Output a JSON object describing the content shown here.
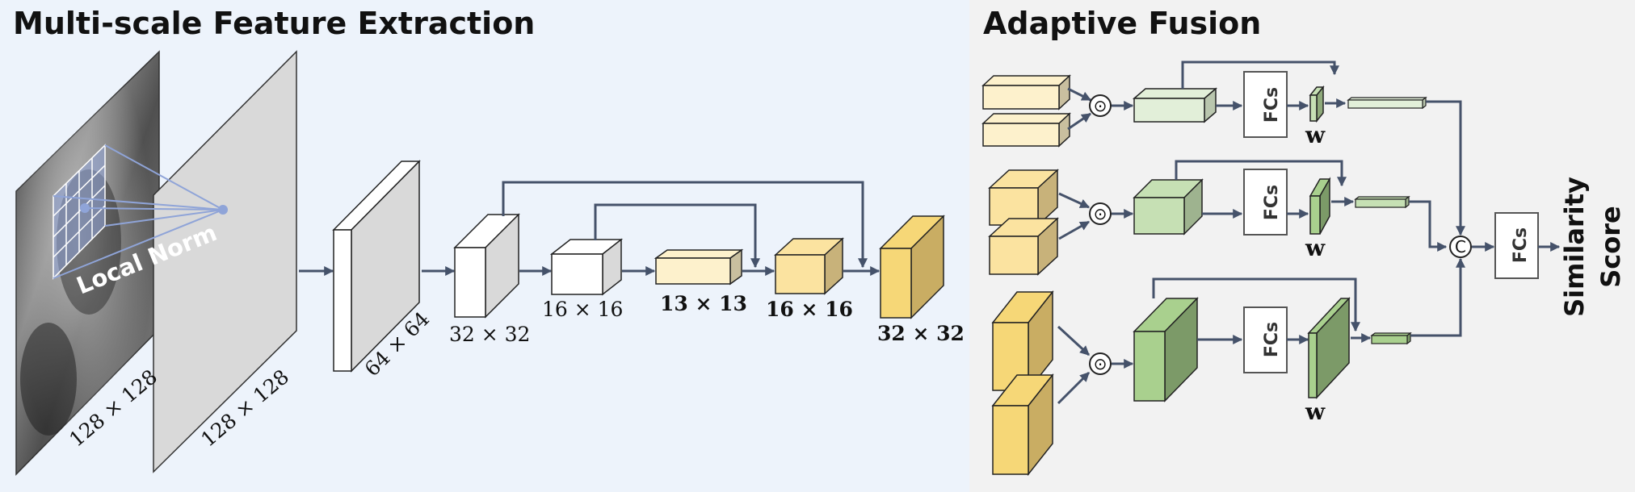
{
  "sections": {
    "left_title": "Multi-scale Feature Extraction",
    "right_title": "Adaptive Fusion"
  },
  "colors": {
    "left_bg": "#edf3fb",
    "right_bg": "#f2f2f2",
    "arrow": "#45526a",
    "cube_white": "#ffffff",
    "cube_light_yellow": "#fdf1cc",
    "cube_mid_yellow": "#fbe3a0",
    "cube_gold": "#f6d777",
    "cube_light_green": "#e2efd9",
    "cube_mid_green": "#c6e0b4",
    "cube_dark_green": "#a9d08e",
    "local_norm_grid": "#8fa4d8"
  },
  "extraction": {
    "input_size": "128 × 128",
    "norm_size": "128 × 128",
    "local_norm": "Local Norm",
    "sizes": [
      "64 × 64",
      "32 × 32",
      "16 × 16",
      "13 × 13",
      "16 × 16",
      "32 × 32"
    ]
  },
  "fusion": {
    "multiply_symbol": "⊙",
    "concat_symbol": "C",
    "fcs_label": "FCs",
    "weight_label": "w",
    "output_label_line1": "Similarity",
    "output_label_line2": "Score"
  }
}
